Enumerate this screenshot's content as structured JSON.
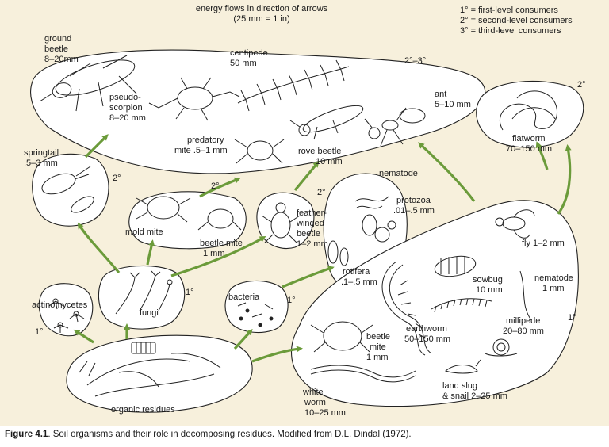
{
  "title": {
    "line1": "energy flows in direction of arrows",
    "line2": "(25 mm = 1 in)"
  },
  "legend": {
    "first": "1° = first-level consumers",
    "second": "2° = second-level consumers",
    "third": "3° = third-level consumers"
  },
  "levels": {
    "top": "2°–3°",
    "flatworm": "2°",
    "springtail": "2°",
    "mites": "2°",
    "feather": "2°",
    "fungi": "1°",
    "bacteria": "1°",
    "actino": "1°",
    "bottom": "1°"
  },
  "organisms": {
    "ground_beetle": [
      "ground",
      "beetle",
      "8–20mm"
    ],
    "pseudoscorpion": [
      "pseudo-",
      "scorpion",
      "8–20 mm"
    ],
    "centipede": [
      "centipede",
      "50 mm"
    ],
    "ant": [
      "ant",
      "5–10 mm"
    ],
    "predatory_mite": [
      "predatory",
      "mite .5–1 mm"
    ],
    "rove_beetle": [
      "rove beetle",
      "10 mm"
    ],
    "flatworm": [
      "flatworm",
      "70–150 mm"
    ],
    "springtail": [
      "springtail",
      ".5–3 mm"
    ],
    "mold_mite": "mold mite",
    "beetle_mite_small": [
      "beetle mite",
      "1 mm"
    ],
    "feather_winged": [
      "feather-",
      "winged",
      "beetle",
      "1–2 mm"
    ],
    "nematode_top": "nematode",
    "protozoa": [
      "protozoa",
      ".01–.5 mm"
    ],
    "rotifera": [
      "rotifera",
      ".1–.5 mm"
    ],
    "fly": "fly  1–2 mm",
    "actinomycetes": "actinomycetes",
    "fungi": "fungi",
    "bacteria": "bacteria",
    "sowbug": [
      "sowbug",
      "10 mm"
    ],
    "nematode_right": [
      "nematode",
      "1 mm"
    ],
    "millipede": [
      "millipede",
      "20–80 mm"
    ],
    "earthworm": [
      "earthworm",
      "50–150 mm"
    ],
    "beetle_mite_large": [
      "beetle",
      "mite",
      "1 mm"
    ],
    "white_worm": [
      "white",
      "worm",
      "10–25 mm"
    ],
    "land_slug": [
      "land slug",
      "& snail  2–25 mm"
    ],
    "organic_residues": "organic residues"
  },
  "caption": {
    "figure": "Figure 4.1",
    "text": ". Soil organisms and their role in decomposing residues. Modified from D.L. Dindal (1972)."
  },
  "colors": {
    "background": "#f7f0dc",
    "arrow": "#6b9b3a",
    "ink": "#222222"
  }
}
